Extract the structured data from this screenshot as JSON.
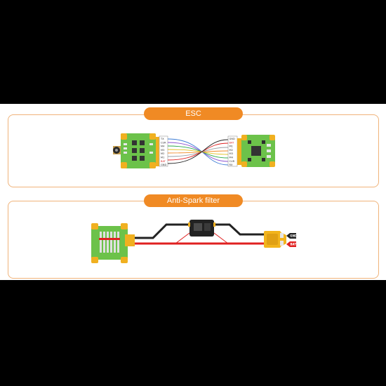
{
  "sections": [
    {
      "title": "ESC",
      "fc_pins": [
        "TX",
        "CUR",
        "M4",
        "M3",
        "M2",
        "M1",
        "BAT",
        "GND"
      ],
      "esc_pins": [
        "GND",
        "BAT",
        "M1",
        "M2",
        "M3",
        "M4",
        "CUR",
        "RX"
      ]
    },
    {
      "title": "Anti-Spark filter",
      "wire_labels": [
        "GND",
        "BAT"
      ]
    }
  ],
  "colors": {
    "accent": "#f08a24",
    "panel_border": "#f0b37a",
    "pcb": "#6cc24a",
    "connector": "#f0b020",
    "wire_red": "#e02020",
    "wire_black": "#222222",
    "xt60": "#f2b41c"
  }
}
